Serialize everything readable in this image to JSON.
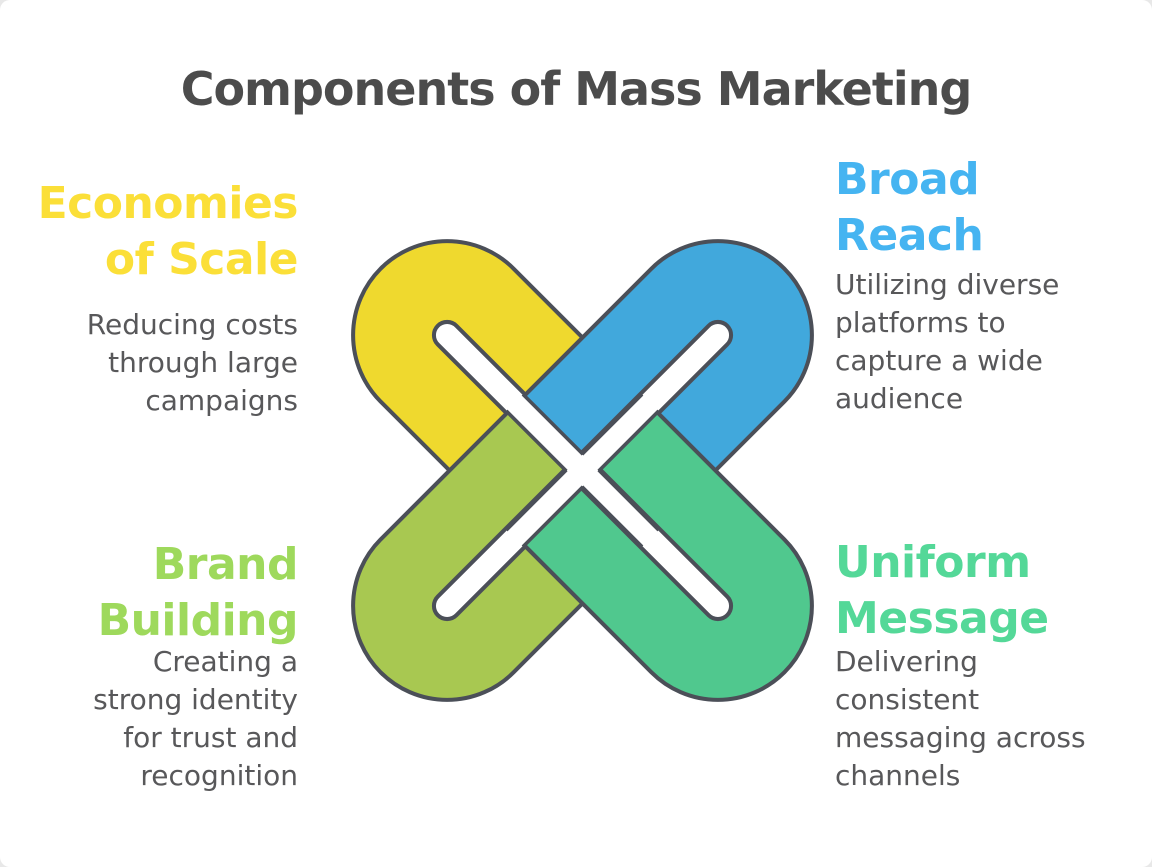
{
  "title": "Components of Mass Marketing",
  "title_color": "#4c4c4c",
  "text_color": "#58585a",
  "sections": [
    {
      "id": "economies-of-scale",
      "heading": "Economies\nof Scale",
      "body": "Reducing costs\nthrough large\ncampaigns",
      "color": "#fbdf38",
      "position": "top-left"
    },
    {
      "id": "broad-reach",
      "heading": "Broad\nReach",
      "body": "Utilizing diverse\nplatforms to\ncapture a wide\naudience",
      "color": "#45b4f1",
      "position": "top-right"
    },
    {
      "id": "brand-building",
      "heading": "Brand\nBuilding",
      "body": "Creating a\nstrong identity\nfor trust and\nrecognition",
      "color": "#9ed95c",
      "position": "bottom-left"
    },
    {
      "id": "uniform-message",
      "heading": "Uniform\nMessage",
      "body": "Delivering\nconsistent\nmessaging across\nchannels",
      "color": "#54d898",
      "position": "bottom-right"
    }
  ],
  "knot": {
    "outline": "#4b4f58",
    "colors": {
      "yellow": "#efd92e",
      "blue": "#41a8dc",
      "olive": "#a8c851",
      "mint": "#50c88e"
    }
  }
}
